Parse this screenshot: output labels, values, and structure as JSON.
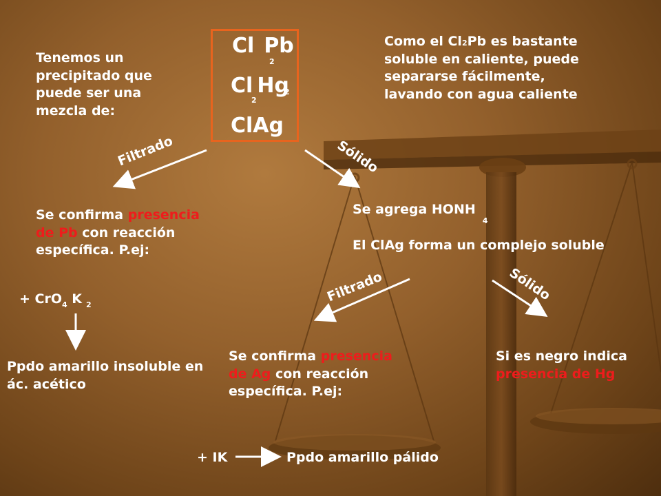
{
  "box": {
    "line1": "Cl",
    "line1_sub": "2",
    "line1_rest": "Pb",
    "line2": "Cl",
    "line2_sub": "2",
    "line2_rest": "Hg",
    "line2_sub2": "2",
    "line3": "ClAg",
    "border_color": "#e8641e"
  },
  "intro": "Tenemos un precipitado que puede ser una mezcla de:",
  "note": {
    "pre": "Como el  Cl",
    "sub": "2",
    "post": "Pb es bastante soluble en caliente, puede separarse fácilmente, lavando con agua caliente"
  },
  "left_branch": {
    "label": "Filtrado",
    "confirm_1": "Se confirma",
    "confirm_red": "presencia de Pb",
    "confirm_2": " con reacción específica. P.ej:",
    "reagent": "+ CrO",
    "reagent_sub1": "4",
    "reagent_mid": " K",
    "reagent_sub2": "2",
    "result": "Ppdo amarillo insoluble en ác. acético"
  },
  "right_branch": {
    "label": "Sólido",
    "add": "Se agrega HONH",
    "add_sub": "4",
    "complex": "El ClAg forma un complejo soluble"
  },
  "lower_left": {
    "label": "Filtrado",
    "confirm_1": "Se confirma",
    "confirm_red": "presencia de Ag",
    "confirm_2": " con reacción específica. P.ej:",
    "reagent": "+ IK",
    "result": "Ppdo amarillo pálido"
  },
  "lower_right": {
    "label": "Sólido",
    "text": "Si es negro indica",
    "text_red": "presencia de Hg"
  },
  "colors": {
    "accent_red": "#ee1c1c",
    "text": "#ffffff"
  }
}
